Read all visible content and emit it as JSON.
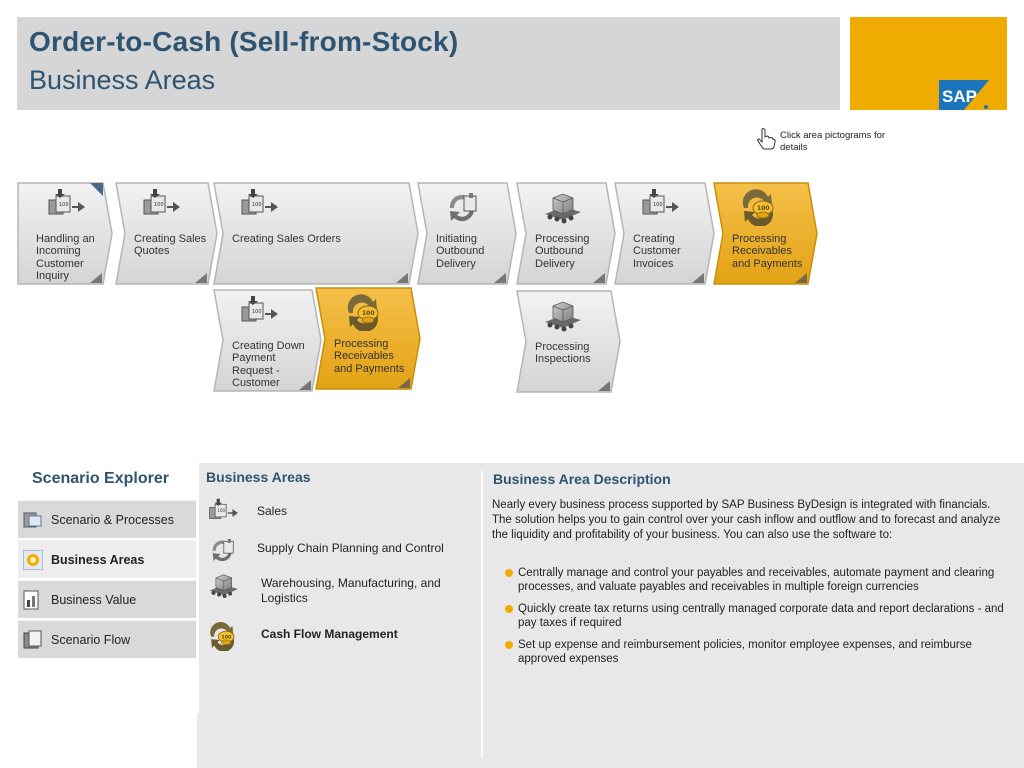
{
  "header": {
    "title": "Order-to-Cash (Sell-from-Stock)",
    "subtitle": "Business Areas",
    "logo_text": "SAP",
    "brand_color": "#f0ab00",
    "title_color": "#2d5472"
  },
  "hint": {
    "icon": "pointing-hand-icon",
    "text": "Click area pictograms for details"
  },
  "process_steps_row1": [
    {
      "label": "Handling an Incoming Customer Inquiry",
      "icon": "sales-icon",
      "highlighted": false
    },
    {
      "label": "Creating Sales Quotes",
      "icon": "sales-icon",
      "highlighted": false
    },
    {
      "label": "Creating Sales Orders",
      "icon": "sales-icon",
      "highlighted": false
    },
    {
      "label": "Initiating Outbound Delivery",
      "icon": "supply-chain-icon",
      "highlighted": false
    },
    {
      "label": "Processing Outbound Delivery",
      "icon": "warehouse-icon",
      "highlighted": false
    },
    {
      "label": "Creating Customer Invoices",
      "icon": "sales-icon",
      "highlighted": false
    },
    {
      "label": "Processing Receivables and Payments",
      "icon": "cash-flow-icon",
      "highlighted": true
    }
  ],
  "process_steps_row2": [
    {
      "label": "Creating Down Payment Request - Customer",
      "icon": "sales-icon",
      "highlighted": false
    },
    {
      "label": "Processing Receivables and Payments",
      "icon": "cash-flow-icon",
      "highlighted": true
    },
    {
      "label": "Processing Inspections",
      "icon": "warehouse-icon",
      "highlighted": false
    }
  ],
  "explorer": {
    "title": "Scenario Explorer",
    "items": [
      {
        "label": "Scenario & Processes",
        "icon": "scenario-icon",
        "active": false
      },
      {
        "label": "Business Areas",
        "icon": "business-areas-icon",
        "active": true
      },
      {
        "label": "Business Value",
        "icon": "business-value-icon",
        "active": false
      },
      {
        "label": "Scenario Flow",
        "icon": "scenario-flow-icon",
        "active": false
      }
    ]
  },
  "business_areas": {
    "title": "Business Areas",
    "items": [
      {
        "label": "Sales",
        "icon": "sales-icon",
        "active": false
      },
      {
        "label": "Supply Chain Planning and Control",
        "icon": "supply-chain-icon",
        "active": false
      },
      {
        "label": "Warehousing, Manufacturing, and Logistics",
        "icon": "warehouse-icon",
        "active": false
      },
      {
        "label": "Cash Flow Management",
        "icon": "cash-flow-icon",
        "active": true
      }
    ]
  },
  "description": {
    "title": "Business Area Description",
    "intro": "Nearly every business process supported by SAP Business ByDesign is integrated with financials. The solution helps you to gain control over your cash inflow and outflow and to forecast and analyze the liquidity and profitability of your business. You can also use the software to:",
    "bullets": [
      "Centrally manage and control your payables and receivables, automate payment and clearing processes, and valuate payables and receivables in multiple foreign currencies",
      "Quickly create tax returns using centrally managed corporate data and report declarations - and pay taxes if required",
      "Set up expense and reimbursement policies, monitor employee expenses, and reimburse approved expenses"
    ]
  }
}
